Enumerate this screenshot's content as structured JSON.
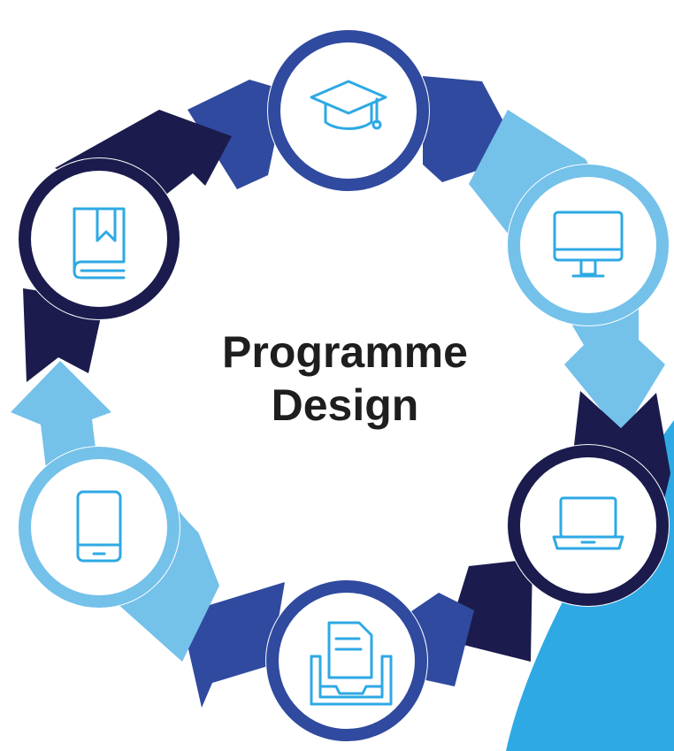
{
  "diagram": {
    "title_line1": "Programme",
    "title_line2": "Design",
    "colors": {
      "dark_navy": "#1b1b4d",
      "royal_blue": "#2f4a9e",
      "light_blue": "#74c1ea",
      "cyan_accent": "#2ea9e4",
      "icon": "#2ea9e4"
    },
    "nodes": [
      {
        "icon": "graduation-cap-icon",
        "ring_color": "royal_blue"
      },
      {
        "icon": "desktop-monitor-icon",
        "ring_color": "light_blue"
      },
      {
        "icon": "laptop-icon",
        "ring_color": "dark_navy"
      },
      {
        "icon": "document-tray-icon",
        "ring_color": "royal_blue"
      },
      {
        "icon": "smartphone-icon",
        "ring_color": "light_blue"
      },
      {
        "icon": "bookmarked-book-icon",
        "ring_color": "dark_navy"
      }
    ]
  }
}
